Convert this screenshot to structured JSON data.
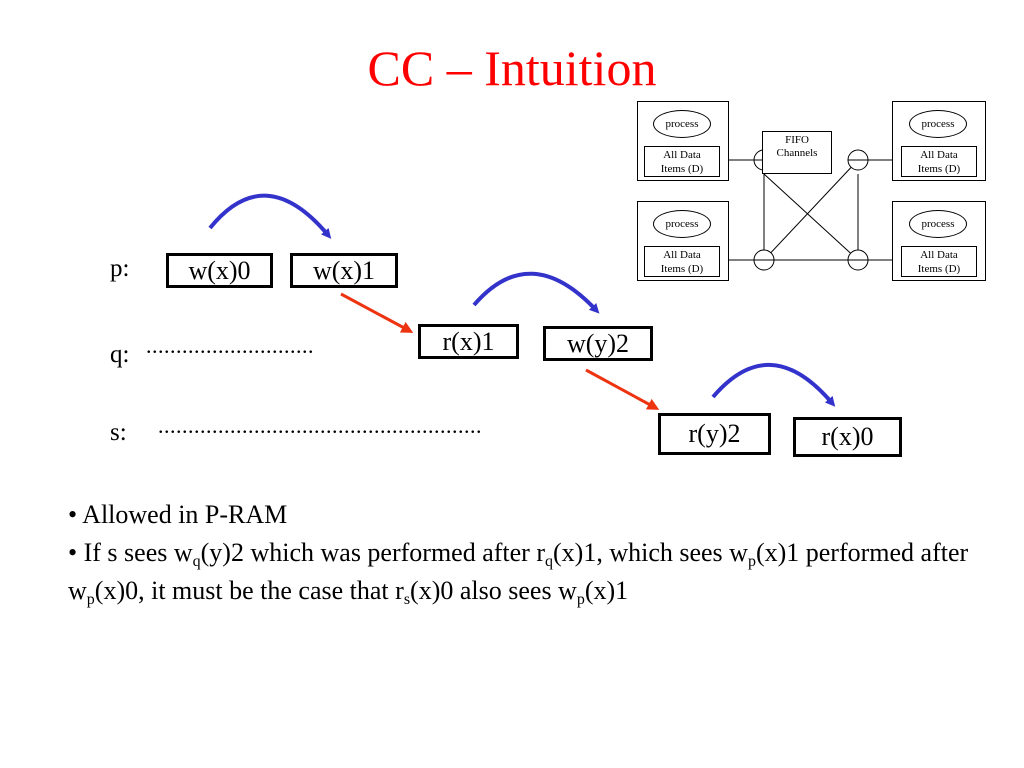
{
  "title": "CC – Intuition",
  "processes": {
    "p": {
      "label": "p:",
      "ops": [
        "w(x)0",
        "w(x)1"
      ]
    },
    "q": {
      "label": "q:",
      "dots": "............................",
      "ops": [
        "r(x)1",
        "w(y)2"
      ]
    },
    "s": {
      "label": "s:",
      "dots": "......................................................",
      "ops": [
        "r(y)2",
        "r(x)0"
      ]
    }
  },
  "network": {
    "process_label": "process",
    "data_line1": "All Data",
    "data_line2": "Items (D)",
    "fifo_line1": "FIFO",
    "fifo_line2": "Channels"
  },
  "bullets": {
    "b1": "• Allowed in P-RAM",
    "b2": {
      "t1": "• If s sees w",
      "s1": "q",
      "t2": "(y)2 which was performed after r",
      "s2": "q",
      "t3": "(x)1, which sees w",
      "s3": "p",
      "t4": "(x)1 performed after w",
      "s4": "p",
      "t5": "(x)0, it must be the case that r",
      "s5": "s",
      "t6": "(x)0 also sees w",
      "s6": "p",
      "t7": "(x)1"
    }
  },
  "colors": {
    "title": "#ff0000",
    "program_order_arrow": "#3333cc",
    "reads_from_arrow": "#ee3311"
  }
}
